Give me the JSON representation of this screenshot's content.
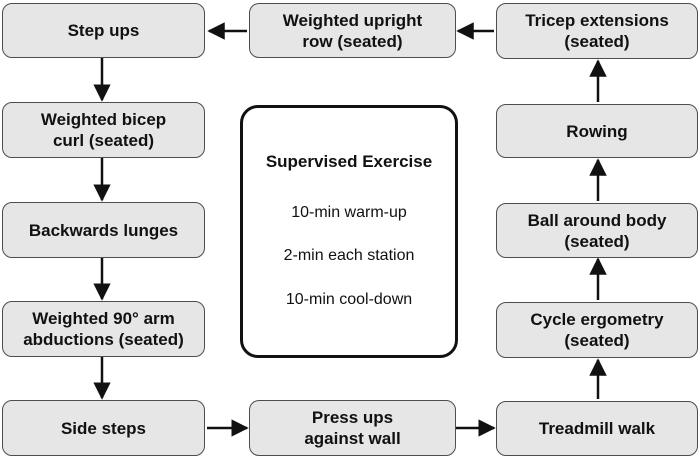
{
  "stations": {
    "step_ups": "Step ups",
    "weighted_upright_row": "Weighted upright\nrow (seated)",
    "tricep_extensions": "Tricep extensions\n(seated)",
    "weighted_bicep_curl": "Weighted bicep\ncurl (seated)",
    "rowing": "Rowing",
    "backwards_lunges": "Backwards lunges",
    "ball_around_body": "Ball around body\n(seated)",
    "weighted_arm_abductions": "Weighted 90° arm\nabductions (seated)",
    "cycle_ergometry": "Cycle ergometry\n(seated)",
    "side_steps": "Side steps",
    "press_ups": "Press ups\nagainst wall",
    "treadmill_walk": "Treadmill walk"
  },
  "center": {
    "title": "Supervised Exercise",
    "warm_up": "10-min warm-up",
    "each_station": "2-min each station",
    "cool_down": "10-min cool-down"
  },
  "colors": {
    "box_fill": "#e6e6e6",
    "box_border": "#4d4d4d",
    "arrow": "#111111"
  }
}
